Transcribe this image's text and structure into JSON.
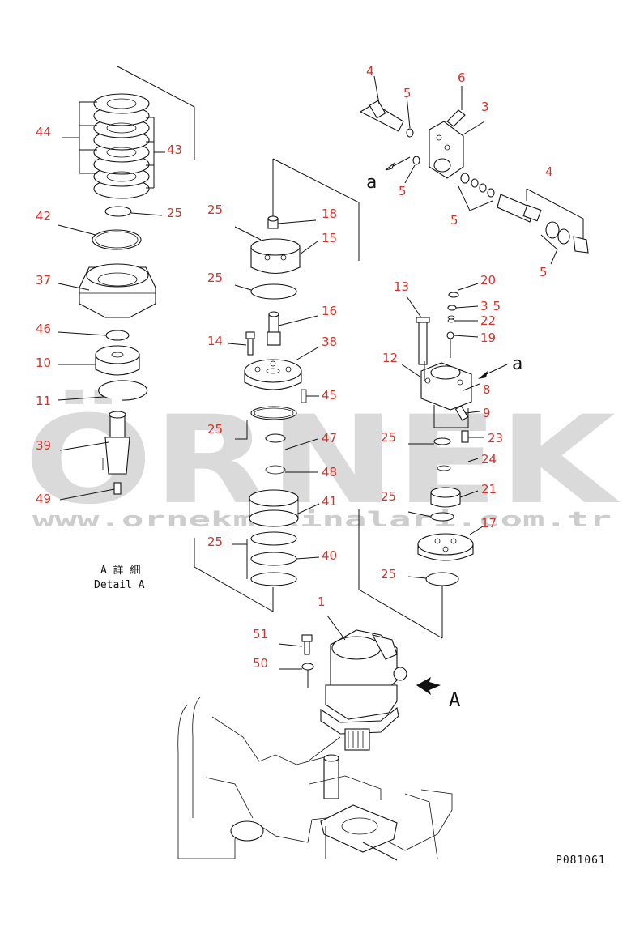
{
  "watermark": {
    "brand": "ÖRNEK",
    "url": "www.ornekmakinalari.com.tr"
  },
  "detail_label": {
    "jp": "A 詳 細",
    "en": "Detail A"
  },
  "view_marks": {
    "A": "A",
    "a1": "a",
    "a2": "a"
  },
  "drawing_code": "P081061",
  "callouts": {
    "c44": "44",
    "c43": "43",
    "c25a": "25",
    "c42": "42",
    "c37": "37",
    "c46": "46",
    "c10": "10",
    "c11": "11",
    "c39": "39",
    "c49": "49",
    "c25b": "25",
    "c18": "18",
    "c15": "15",
    "c25c": "25",
    "c16": "16",
    "c14": "14",
    "c38": "38",
    "c45": "45",
    "c25d": "25",
    "c47": "47",
    "c48": "48",
    "c41": "41",
    "c25e": "25",
    "c40": "40",
    "c4a": "4",
    "c5a": "5",
    "c6": "6",
    "c3": "3",
    "c5b": "5",
    "c4b": "4",
    "c5c": "5",
    "c5d": "5",
    "c13": "13",
    "c20": "20",
    "c35": "35",
    "c22": "22",
    "c19": "19",
    "c12": "12",
    "c8": "8",
    "c9": "9",
    "c25f": "25",
    "c23": "23",
    "c24": "24",
    "c25g": "25",
    "c21": "21",
    "c17": "17",
    "c25h": "25",
    "c1": "1",
    "c51": "51",
    "c50": "50"
  }
}
